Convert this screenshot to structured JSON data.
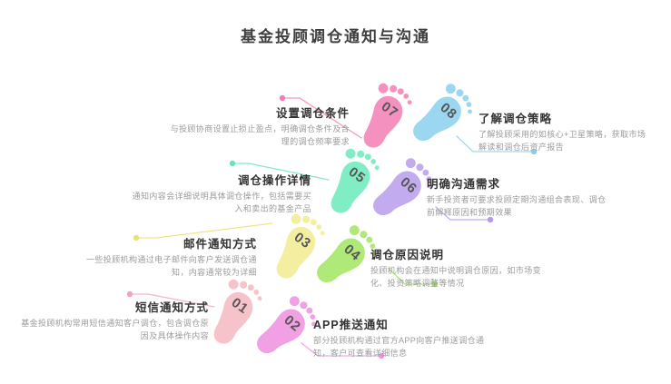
{
  "title": "基金投顾调仓通知与沟通",
  "colors": {
    "background": "#FFFFFF",
    "title_text": "#3F3F3F",
    "heading_text": "#333333",
    "desc_text": "#9B9B9B",
    "number_text": "#565656"
  },
  "steps": [
    {
      "num": "01",
      "title": "短信通知方式",
      "desc": "基金投顾机构常用短信通知客户调仓，包含调仓原因及具体操作内容",
      "foot_color": "#F6C3CA",
      "accent": "#F2A4B6"
    },
    {
      "num": "02",
      "title": "APP推送通知",
      "desc": "部分投顾机构通过官方APP向客户推送调仓通知，客户可查看详细信息",
      "foot_color": "#F2A0E4",
      "accent": "#EF93E0"
    },
    {
      "num": "03",
      "title": "邮件通知方式",
      "desc": "一些投顾机构通过电子邮件向客户发送调仓通知，内容通常较为详细",
      "foot_color": "#F4EFA0",
      "accent": "#E8E173"
    },
    {
      "num": "04",
      "title": "调仓原因说明",
      "desc": "投顾机构会在通知中说明调仓原因，如市场变化、投资策略调整等情况",
      "foot_color": "#AFE978",
      "accent": "#9EE25C"
    },
    {
      "num": "05",
      "title": "调仓操作详情",
      "desc": "通知内容会详细说明具体调仓操作，包括需要买入和卖出的基金产品",
      "foot_color": "#80EDC5",
      "accent": "#67E5B5"
    },
    {
      "num": "06",
      "title": "明确沟通需求",
      "desc": "新手投资者可要求投顾定期沟通组合表现、调仓前解释原因和预期效果",
      "foot_color": "#C2ACEF",
      "accent": "#B49AEC"
    },
    {
      "num": "07",
      "title": "设置调仓条件",
      "desc": "与投顾协商设置止损止盈点，明确调仓条件及合理的调仓频率要求",
      "foot_color": "#F591BE",
      "accent": "#F17FB2"
    },
    {
      "num": "08",
      "title": "了解调仓策略",
      "desc": "了解投顾采用的如核心+卫星策略，获取市场解读和调仓后资产报告",
      "foot_color": "#9CD7F2",
      "accent": "#89CEF0"
    }
  ]
}
